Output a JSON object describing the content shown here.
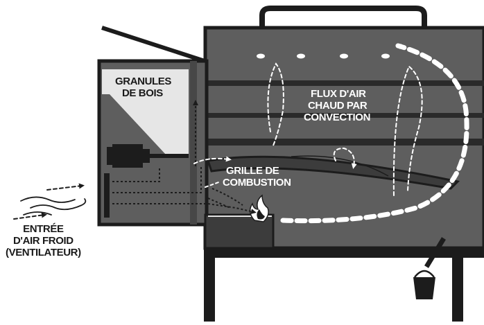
{
  "labels": {
    "pellets": [
      "GRANULES",
      "DE BOIS"
    ],
    "convection": [
      "FLUX D'AIR",
      "CHAUD PAR",
      "CONVECTION"
    ],
    "grate": [
      "GRILLE DE",
      "COMBUSTION"
    ],
    "intake": [
      "ENTRÉE",
      "D'AIR FROID",
      "(VENTILATEUR)"
    ]
  },
  "colors": {
    "body": "#5e5e5e",
    "body_dark": "#3c3c3c",
    "outline": "#1c1c1c",
    "pellets": "#e6e6e6",
    "airflow": "#ffffff",
    "background": "#ffffff"
  },
  "icons": {
    "flame": "flame-icon",
    "bucket": "bucket-icon",
    "fan": "fan-motor-icon",
    "air": "cold-air-wind-icon"
  }
}
